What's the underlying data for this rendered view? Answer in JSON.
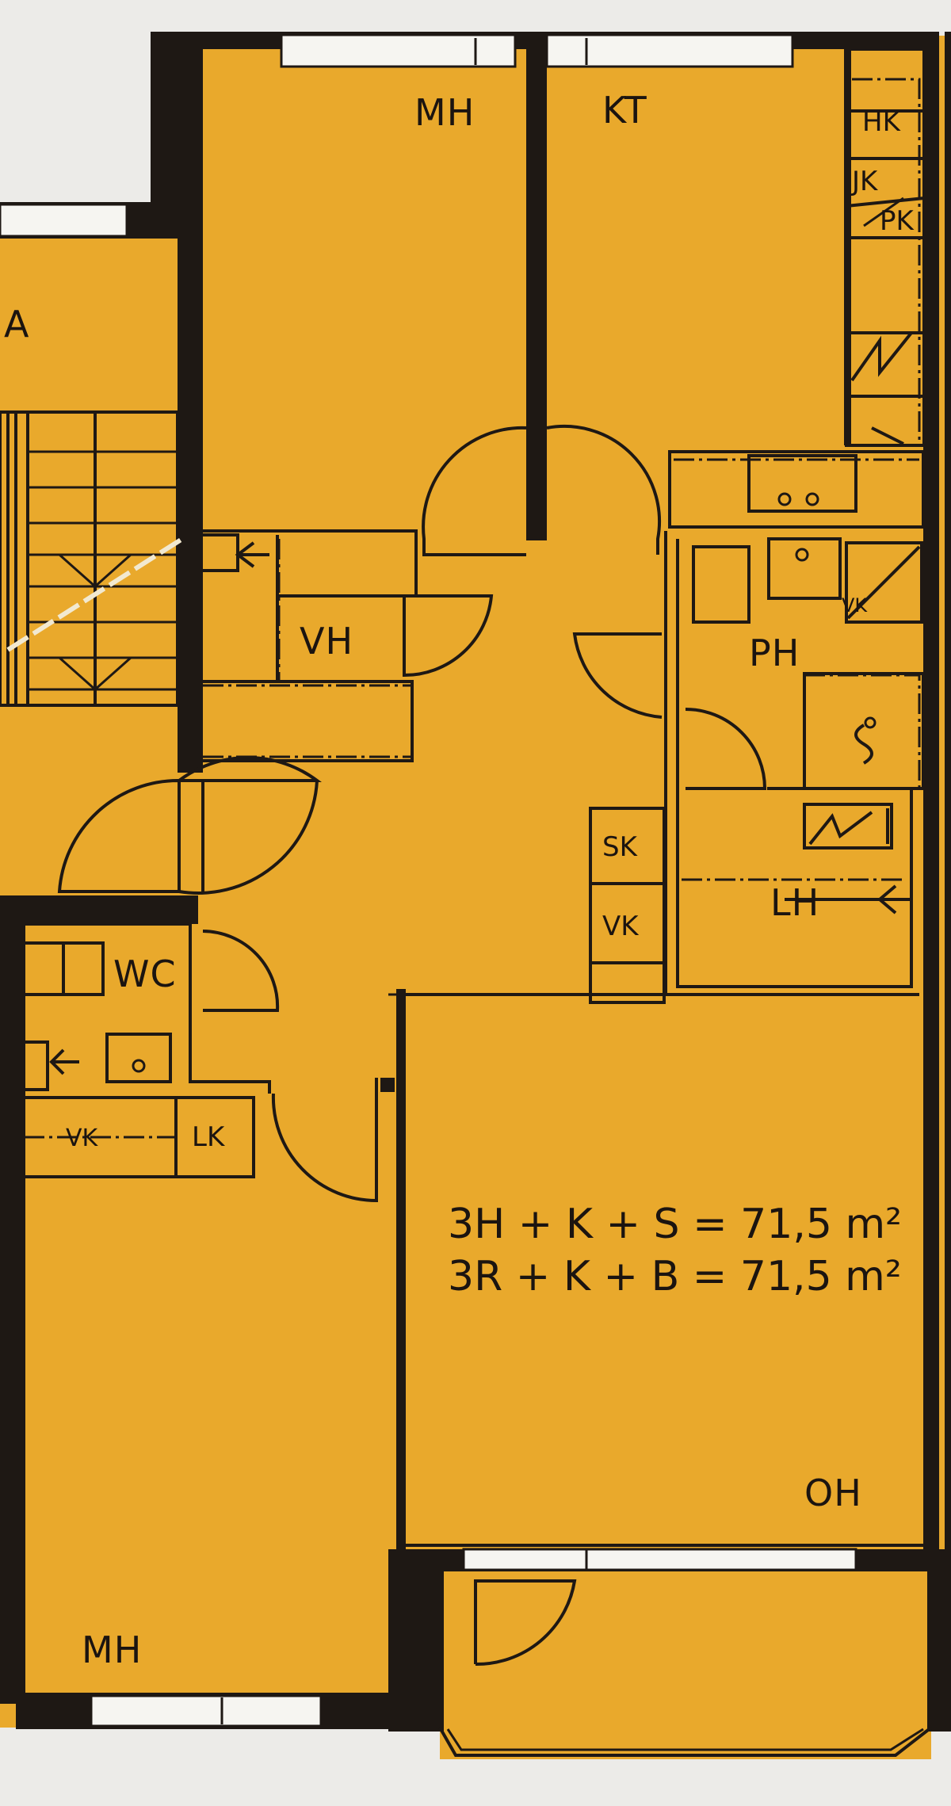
{
  "colors": {
    "floor": "#e9a92c",
    "floor_dark": "#e3a127",
    "wall": "#1e1814",
    "paper": "#ecebe8"
  },
  "rooms": {
    "mh_top": "MH",
    "kt": "KT",
    "hk": "HK",
    "jk_pk_top": "JK",
    "jk_pk_bottom": "PK",
    "stair_a": "A",
    "vh": "VH",
    "ph": "PH",
    "sk": "SK",
    "vk_closet": "VK",
    "lh": "LH",
    "wc": "WC",
    "vk_wc": "VK",
    "lk": "LK",
    "vk_kitchen": "VK",
    "oh": "OH",
    "mh_bottom": "MH"
  },
  "area": {
    "line1": "3H + K + S = 71,5 m²",
    "line2": "3R + K + B = 71,5 m²"
  }
}
